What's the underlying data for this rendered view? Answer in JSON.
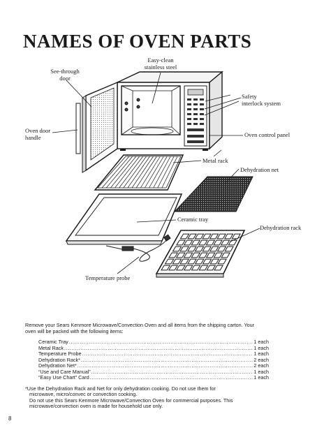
{
  "page_title": "NAMES OF OVEN PARTS",
  "labels": {
    "easy_clean": "Easy-clean",
    "stainless": "stainless steel",
    "see_through": "See-through",
    "door": "door",
    "safety": "Safety",
    "interlock": "interlock system",
    "oven_door": "Oven door",
    "handle": "handle",
    "control_panel": "Oven control panel",
    "metal_rack": "Metal rack",
    "dehydration_net": "Dehydration net",
    "ceramic_tray": "Ceramic tray",
    "dehydration_rack": "Dehydration rack",
    "temperature_probe": "Temperature probe"
  },
  "intro_line1": "Remove your Sears Kenmore Microwave/Convection Oven and all items from the shipping carton. Your",
  "intro_line2": "oven will be packed with the following items:",
  "items": [
    {
      "name": "Ceramic Tray",
      "qty": "1 each"
    },
    {
      "name": "Metal Rack",
      "qty": "1 each"
    },
    {
      "name": "Temperature Probe",
      "qty": "1 each"
    },
    {
      "name": "Dehydration Rack*",
      "qty": "2 each"
    },
    {
      "name": "Dehydration Net*",
      "qty": "2 each"
    },
    {
      "name": "“Use and Care Manual”",
      "qty": "1 each"
    },
    {
      "name": "“Easy Use Chart” Card",
      "qty": "1 each"
    }
  ],
  "note": {
    "line1": "*Use the Dehydration Rack and Net for only dehydration cooking. Do not use them for",
    "line2": "microwave, micro/convec or convection cooking.",
    "line3": "Do not use this Sears Kenmore Microwave/Convection Oven for commercial purposes. This",
    "line4": "microwave/convection oven is made for household use only."
  },
  "page_number": "8"
}
